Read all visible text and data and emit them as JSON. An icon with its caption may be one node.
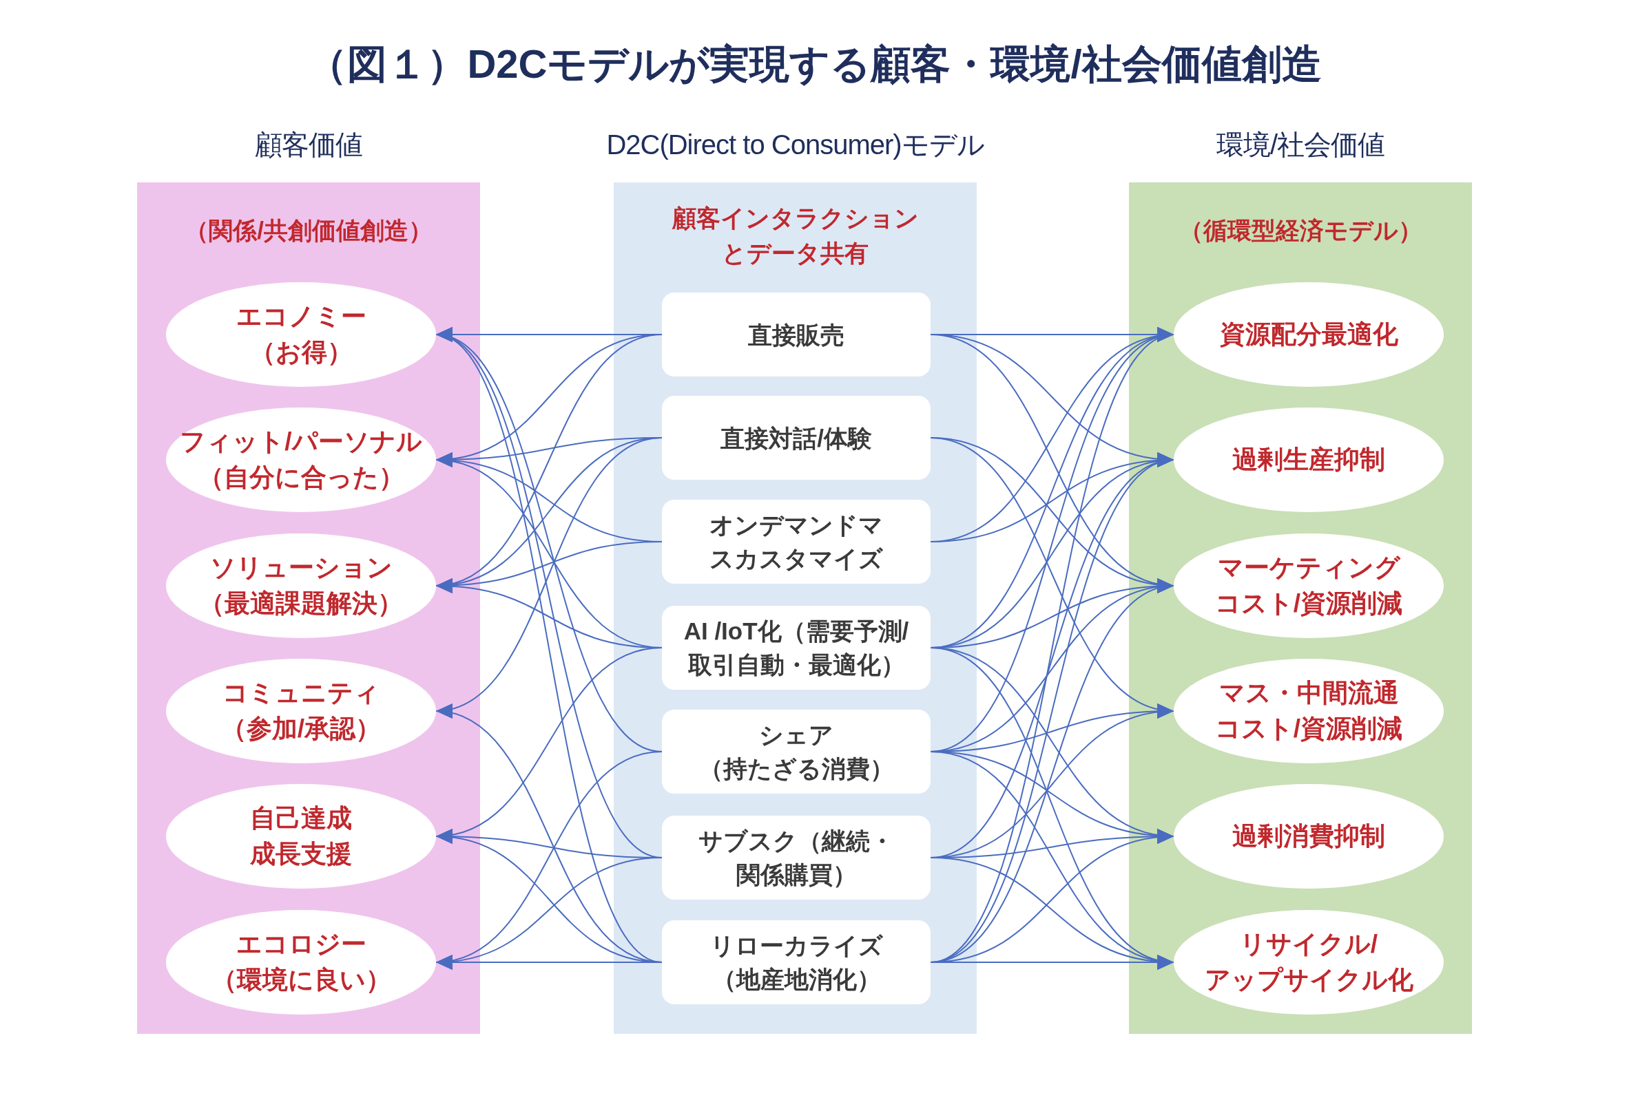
{
  "diagram": {
    "title": "（図１）D2Cモデルが実現する顧客・環境/社会価値創造",
    "nodes": [
      {
        "text": [
          "顧客価値",
          "（関係/共創価値創造）"
        ]
      },
      {
        "text": [
          "エコノミー（お得）"
        ],
        "in": 0
      },
      {
        "text": [
          "フィット/パーソナル（自分に合った）"
        ],
        "in": 0
      },
      {
        "text": [
          "ソリューション（最適課題解決）"
        ],
        "in": 0
      },
      {
        "text": [
          "コミュニティ（参加/承認）"
        ],
        "in": 0
      },
      {
        "text": [
          "自己達成成長支援"
        ],
        "in": 0
      },
      {
        "text": [
          "エコロジー（環境に良い）"
        ],
        "in": 0
      },
      {
        "text": [
          "D2C(Direct to Consumer)モデル",
          "顧客インタラクションとデータ共有"
        ]
      },
      {
        "text": [
          "直接販売"
        ],
        "in": 7
      },
      {
        "text": [
          "直接対話/体験"
        ],
        "in": 7
      },
      {
        "text": [
          "オンデマンドマスカスタマイズ"
        ],
        "in": 7
      },
      {
        "text": [
          "AI /IoT化（需要予測/取引自動・最適化）"
        ],
        "in": 7
      },
      {
        "text": [
          "シェア（持たざる消費）"
        ],
        "in": 7
      },
      {
        "text": [
          "サブスク（継続・関係購買）"
        ],
        "in": 7
      },
      {
        "text": [
          "リローカライズ（地産地消化）"
        ],
        "in": 7
      },
      {
        "text": [
          "環境/社会価値",
          "（循環型経済モデル）"
        ]
      },
      {
        "text": [
          "資源配分最適化"
        ],
        "in": 15
      },
      {
        "text": [
          "過剰生産抑制"
        ],
        "in": 15
      },
      {
        "text": [
          "マーケティングコスト/資源削減"
        ],
        "in": 15
      },
      {
        "text": [
          "マス・中間流通コスト/資源削減"
        ],
        "in": 15
      },
      {
        "text": [
          "過剰消費抑制"
        ],
        "in": 15
      },
      {
        "text": [
          "リサイクル/アップサイクル化"
        ],
        "in": 15
      }
    ],
    "edges": [
      {
        "from": 8,
        "to": 1,
        "arrow": "to"
      },
      {
        "from": 12,
        "to": 1,
        "arrow": "to"
      },
      {
        "from": 13,
        "to": 1,
        "arrow": "to"
      },
      {
        "from": 14,
        "to": 1,
        "arrow": "to"
      },
      {
        "from": 8,
        "to": 2,
        "arrow": "to"
      },
      {
        "from": 9,
        "to": 2,
        "arrow": "to"
      },
      {
        "from": 10,
        "to": 2,
        "arrow": "to"
      },
      {
        "from": 11,
        "to": 2,
        "arrow": "to"
      },
      {
        "from": 8,
        "to": 3,
        "arrow": "to"
      },
      {
        "from": 9,
        "to": 3,
        "arrow": "to"
      },
      {
        "from": 10,
        "to": 3,
        "arrow": "to"
      },
      {
        "from": 11,
        "to": 3,
        "arrow": "to"
      },
      {
        "from": 9,
        "to": 4,
        "arrow": "to"
      },
      {
        "from": 14,
        "to": 4,
        "arrow": "to"
      },
      {
        "from": 11,
        "to": 5,
        "arrow": "to"
      },
      {
        "from": 13,
        "to": 5,
        "arrow": "to"
      },
      {
        "from": 14,
        "to": 5,
        "arrow": "to"
      },
      {
        "from": 12,
        "to": 6,
        "arrow": "to"
      },
      {
        "from": 13,
        "to": 6,
        "arrow": "to"
      },
      {
        "from": 14,
        "to": 6,
        "arrow": "to"
      },
      {
        "from": 8,
        "to": 16,
        "arrow": "to"
      },
      {
        "from": 10,
        "to": 16,
        "arrow": "to"
      },
      {
        "from": 11,
        "to": 16,
        "arrow": "to"
      },
      {
        "from": 12,
        "to": 16,
        "arrow": "to"
      },
      {
        "from": 14,
        "to": 16,
        "arrow": "to"
      },
      {
        "from": 8,
        "to": 17,
        "arrow": "to"
      },
      {
        "from": 10,
        "to": 17,
        "arrow": "to"
      },
      {
        "from": 11,
        "to": 17,
        "arrow": "to"
      },
      {
        "from": 13,
        "to": 17,
        "arrow": "to"
      },
      {
        "from": 14,
        "to": 17,
        "arrow": "to"
      },
      {
        "from": 8,
        "to": 18,
        "arrow": "to"
      },
      {
        "from": 9,
        "to": 18,
        "arrow": "to"
      },
      {
        "from": 11,
        "to": 18,
        "arrow": "to"
      },
      {
        "from": 12,
        "to": 18,
        "arrow": "to"
      },
      {
        "from": 14,
        "to": 18,
        "arrow": "to"
      },
      {
        "from": 9,
        "to": 19,
        "arrow": "to"
      },
      {
        "from": 12,
        "to": 19,
        "arrow": "to"
      },
      {
        "from": 13,
        "to": 19,
        "arrow": "to"
      },
      {
        "from": 11,
        "to": 20,
        "arrow": "to"
      },
      {
        "from": 12,
        "to": 20,
        "arrow": "to"
      },
      {
        "from": 13,
        "to": 20,
        "arrow": "to"
      },
      {
        "from": 14,
        "to": 20,
        "arrow": "to"
      },
      {
        "from": 11,
        "to": 21,
        "arrow": "to"
      },
      {
        "from": 12,
        "to": 21,
        "arrow": "to"
      },
      {
        "from": 13,
        "to": 21,
        "arrow": "to"
      },
      {
        "from": 14,
        "to": 21,
        "arrow": "to"
      }
    ]
  }
}
